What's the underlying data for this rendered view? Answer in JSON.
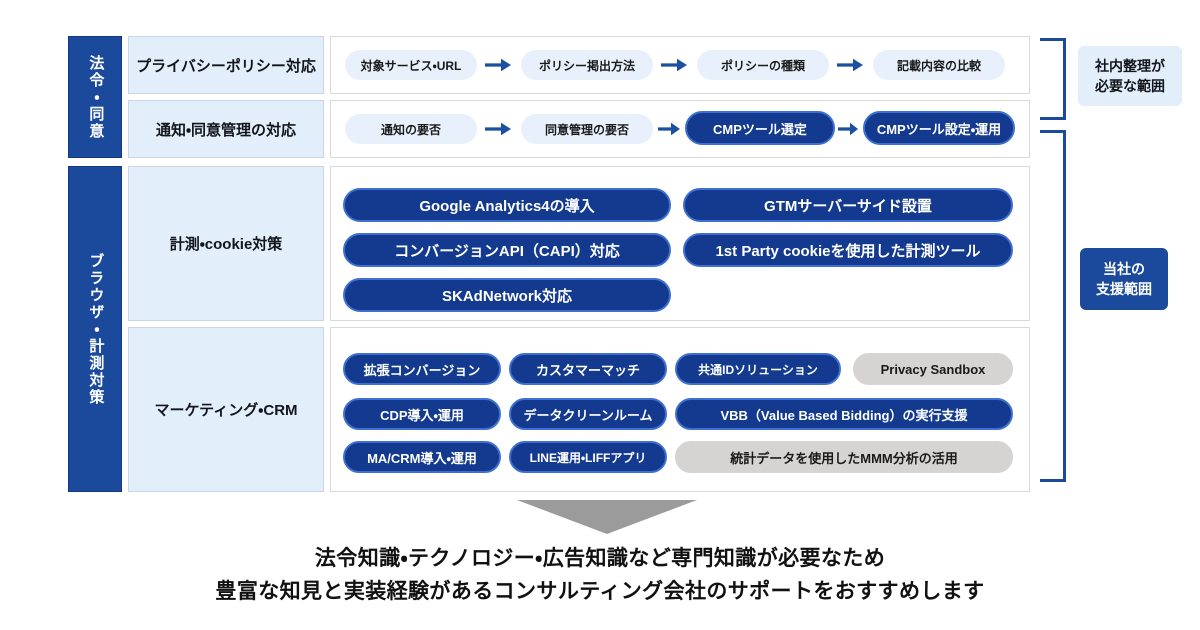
{
  "sections": [
    {
      "category": "法令・同意",
      "rows": [
        {
          "subcategory": "プライバシーポリシー対応",
          "flow": [
            {
              "label": "対象サービス・URL",
              "style": "light"
            },
            {
              "label": "ポリシー掲出方法",
              "style": "light"
            },
            {
              "label": "ポリシーの種類",
              "style": "light"
            },
            {
              "label": "記載内容の比較",
              "style": "light"
            }
          ]
        },
        {
          "subcategory": "通知・同意管理の対応",
          "flow": [
            {
              "label": "通知の要否",
              "style": "light"
            },
            {
              "label": "同意管理の要否",
              "style": "light"
            },
            {
              "label": "CMPツール選定",
              "style": "navy"
            },
            {
              "label": "CMPツール設定・運用",
              "style": "navy"
            }
          ]
        }
      ]
    },
    {
      "category": "ブラウザ・計測対策",
      "rows": [
        {
          "subcategory": "計測・cookie対策",
          "items": [
            {
              "label": "Google Analytics4の導入",
              "style": "navy"
            },
            {
              "label": "GTMサーバーサイド設置",
              "style": "navy"
            },
            {
              "label": "コンバージョンAPI（CAPI）対応",
              "style": "navy"
            },
            {
              "label": "1st Party cookieを使用した計測ツール",
              "style": "navy"
            },
            {
              "label": "SKAdNetwork対応",
              "style": "navy"
            }
          ]
        },
        {
          "subcategory": "マーケティング・CRM",
          "items": [
            {
              "label": "拡張コンバージョン",
              "style": "navy"
            },
            {
              "label": "カスタマーマッチ",
              "style": "navy"
            },
            {
              "label": "共通IDソリューション",
              "style": "navy"
            },
            {
              "label": "Privacy Sandbox",
              "style": "grey"
            },
            {
              "label": "CDP導入・運用",
              "style": "navy"
            },
            {
              "label": "データクリーンルーム",
              "style": "navy"
            },
            {
              "label": "VBB（Value Based Bidding）の実行支援",
              "style": "navy"
            },
            {
              "label": "MA/CRM導入・運用",
              "style": "navy"
            },
            {
              "label": "LINE運用・LIFFアプリ",
              "style": "navy"
            },
            {
              "label": "統計データを使用したMMM分析の活用",
              "style": "grey"
            }
          ]
        }
      ]
    }
  ],
  "scope_labels": {
    "internal": "社内整理が\n必要な範囲",
    "internal_line1": "社内整理が",
    "internal_line2": "必要な範囲",
    "support": "当社の\n支援範囲",
    "support_line1": "当社の",
    "support_line2": "支援範囲"
  },
  "caption": {
    "line1": "法令知識・テクノロジー・広告知識など専門知識が必要なため",
    "line2": "豊富な知見と実装経験があるコンサルティング会社のサポートをおすすめします"
  },
  "colors": {
    "navy": "#133a8e",
    "category_bar": "#1b4a9c",
    "light_blue": "#e8f1fb",
    "subcat_blue": "#e3eefb",
    "grey_pill": "#d5d4d2",
    "arrow_grey": "#9b9b9b",
    "panel_border": "#d9d9d9"
  }
}
